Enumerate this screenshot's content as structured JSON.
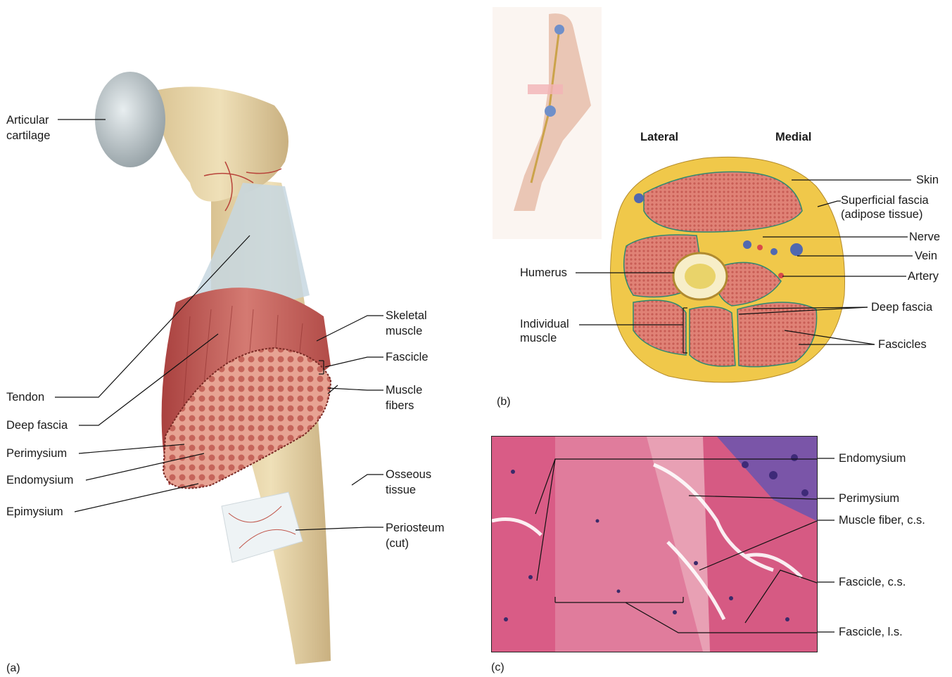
{
  "panel_a": {
    "tag": "(a)",
    "labels": {
      "articular_cartilage": "Articular\ncartilage",
      "tendon": "Tendon",
      "deep_fascia": "Deep fascia",
      "perimysium": "Perimysium",
      "endomysium": "Endomysium",
      "epimysium": "Epimysium",
      "skeletal_muscle": "Skeletal\nmuscle",
      "fascicle": "Fascicle",
      "muscle_fibers": "Muscle\nfibers",
      "osseous_tissue": "Osseous\ntissue",
      "periosteum": "Periosteum\n(cut)"
    }
  },
  "panel_b": {
    "tag": "(b)",
    "orientation": {
      "lateral": "Lateral",
      "medial": "Medial"
    },
    "labels": {
      "skin": "Skin",
      "superficial_fascia": "Superficial fascia\n(adipose tissue)",
      "nerve": "Nerve",
      "vein": "Vein",
      "artery": "Artery",
      "humerus": "Humerus",
      "deep_fascia": "Deep fascia",
      "individual_muscle": "Individual\nmuscle",
      "fascicles": "Fascicles"
    }
  },
  "panel_c": {
    "tag": "(c)",
    "labels": {
      "endomysium": "Endomysium",
      "perimysium": "Perimysium",
      "muscle_fiber_cs": "Muscle fiber, c.s.",
      "fascicle_cs": "Fascicle, c.s.",
      "fascicle_ls": "Fascicle, l.s."
    }
  },
  "colors": {
    "bone": "#e6d3a3",
    "cartilage": "#b9c2c6",
    "muscle": "#c9605c",
    "fascicle_section": "#d98a7c",
    "adipose": "#f0c84a",
    "histology_pink": "#d9577e",
    "histology_purple": "#6a4a9a"
  }
}
